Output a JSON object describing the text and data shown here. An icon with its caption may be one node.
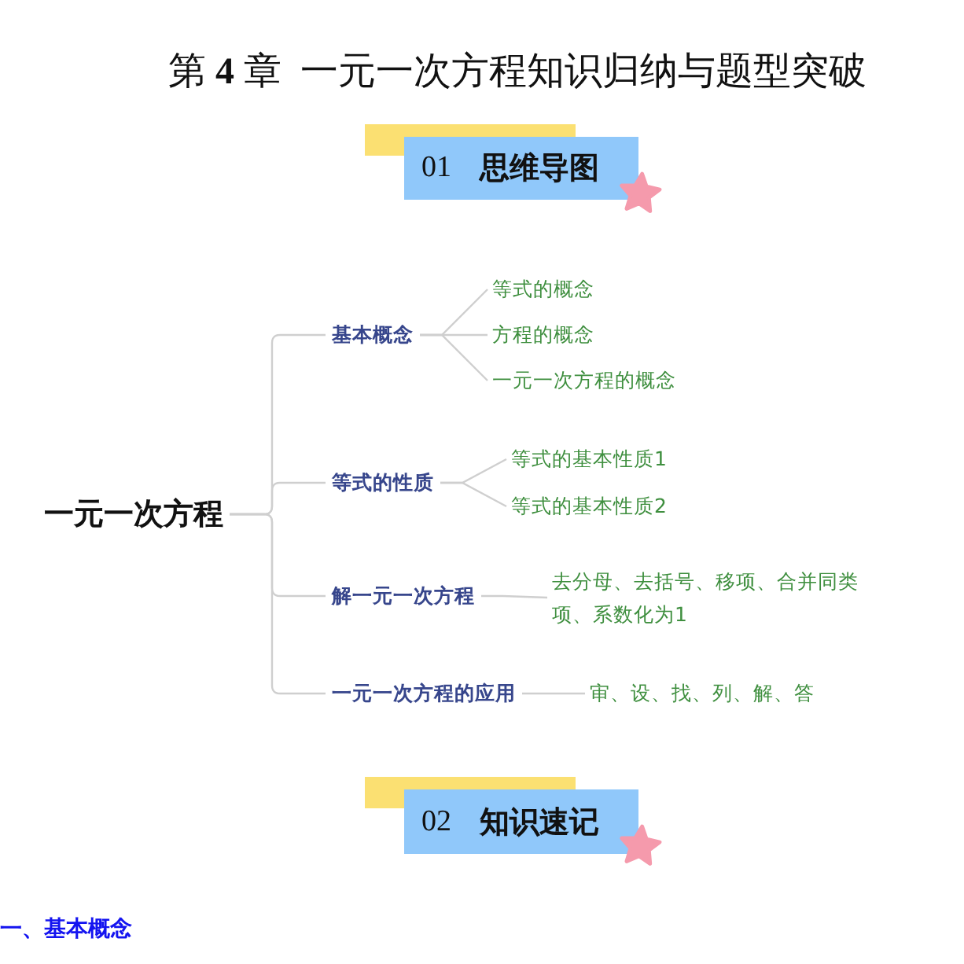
{
  "diagram": {
    "title": "第 **4** 章  一元一次方程知识归纳与题型突破",
    "nodes": [
      {
        "text": [
          "01",
          "思维导图"
        ]
      },
      {
        "text": [
          "一元一次方程"
        ]
      },
      {
        "text": [
          "基本概念"
        ]
      },
      {
        "text": [
          "等式的概念"
        ]
      },
      {
        "text": [
          "方程的概念"
        ]
      },
      {
        "text": [
          "一元一次方程的概念"
        ]
      },
      {
        "text": [
          "等式的性质"
        ]
      },
      {
        "text": [
          "等式的基本性质1"
        ]
      },
      {
        "text": [
          "等式的基本性质2"
        ]
      },
      {
        "text": [
          "解一元一次方程"
        ]
      },
      {
        "text": [
          "去分母、去括号、移项、合并同类项、系数化为1"
        ]
      },
      {
        "text": [
          "一元一次方程的应用"
        ]
      },
      {
        "text": [
          "审、设、找、列、解、答"
        ]
      },
      {
        "text": [
          "02",
          "知识速记"
        ]
      }
    ],
    "edges": [
      {
        "from": 1,
        "to": 2,
        "arrow": "none"
      },
      {
        "from": 1,
        "to": 6,
        "arrow": "none"
      },
      {
        "from": 1,
        "to": 9,
        "arrow": "none"
      },
      {
        "from": 1,
        "to": 11,
        "arrow": "none"
      },
      {
        "from": 2,
        "to": 3,
        "arrow": "none"
      },
      {
        "from": 2,
        "to": 4,
        "arrow": "none"
      },
      {
        "from": 2,
        "to": 5,
        "arrow": "none"
      },
      {
        "from": 6,
        "to": 7,
        "arrow": "none"
      },
      {
        "from": 6,
        "to": 8,
        "arrow": "none"
      },
      {
        "from": 9,
        "to": 10,
        "arrow": "none"
      },
      {
        "from": 11,
        "to": 12,
        "arrow": "none"
      }
    ],
    "labels": [
      "一、基本概念"
    ]
  }
}
